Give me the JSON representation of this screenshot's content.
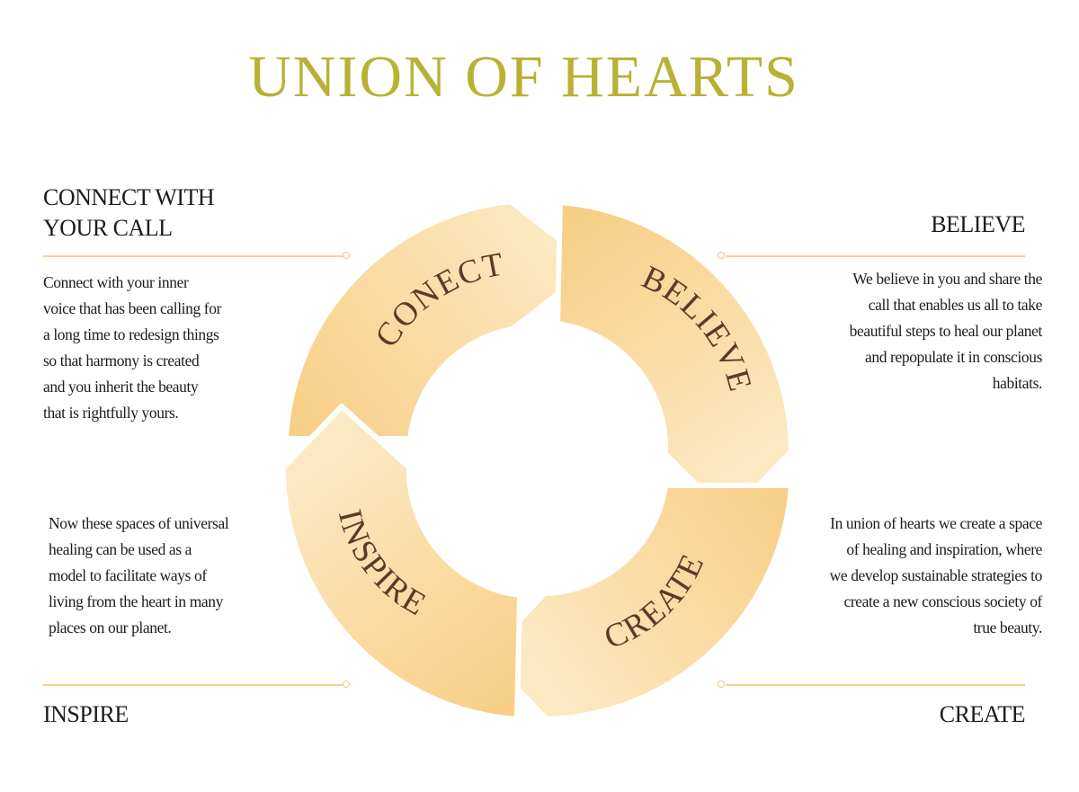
{
  "title": "UNION OF HEARTS",
  "cycle": {
    "segments": [
      {
        "label": "CONECT"
      },
      {
        "label": "BELIEVE"
      },
      {
        "label": "CREATE"
      },
      {
        "label": "INSPIRE"
      }
    ]
  },
  "panels": {
    "top_left": {
      "heading_line1": "CONNECT WITH",
      "heading_line2": "YOUR CALL",
      "lines": [
        "Connect with your inner",
        "voice that has been calling for",
        "a long time to redesign things",
        "so that harmony is created",
        "and you inherit the beauty",
        "that is rightfully yours."
      ]
    },
    "top_right": {
      "heading": "BELIEVE",
      "lines": [
        "We believe in you and share the",
        "call that enables us all to take",
        "beautiful steps to heal our planet",
        "and repopulate it in conscious",
        "habitats."
      ]
    },
    "bottom_left": {
      "heading": "INSPIRE",
      "lines": [
        "Now these spaces of universal",
        "healing can be used as a",
        "model to facilitate ways of",
        "living from the heart in many",
        "places on our planet."
      ]
    },
    "bottom_right": {
      "heading": "CREATE",
      "lines": [
        "In union of hearts we create a space",
        "of healing and inspiration, where",
        "we develop sustainable strategies to",
        "create a new conscious society of",
        "true beauty."
      ]
    }
  },
  "colors": {
    "title": "#b8b234",
    "arrow_light": "#fdecc8",
    "arrow_dark": "#f6cf85",
    "segment_text": "#5a3a28",
    "rule": "#f5d28e"
  }
}
